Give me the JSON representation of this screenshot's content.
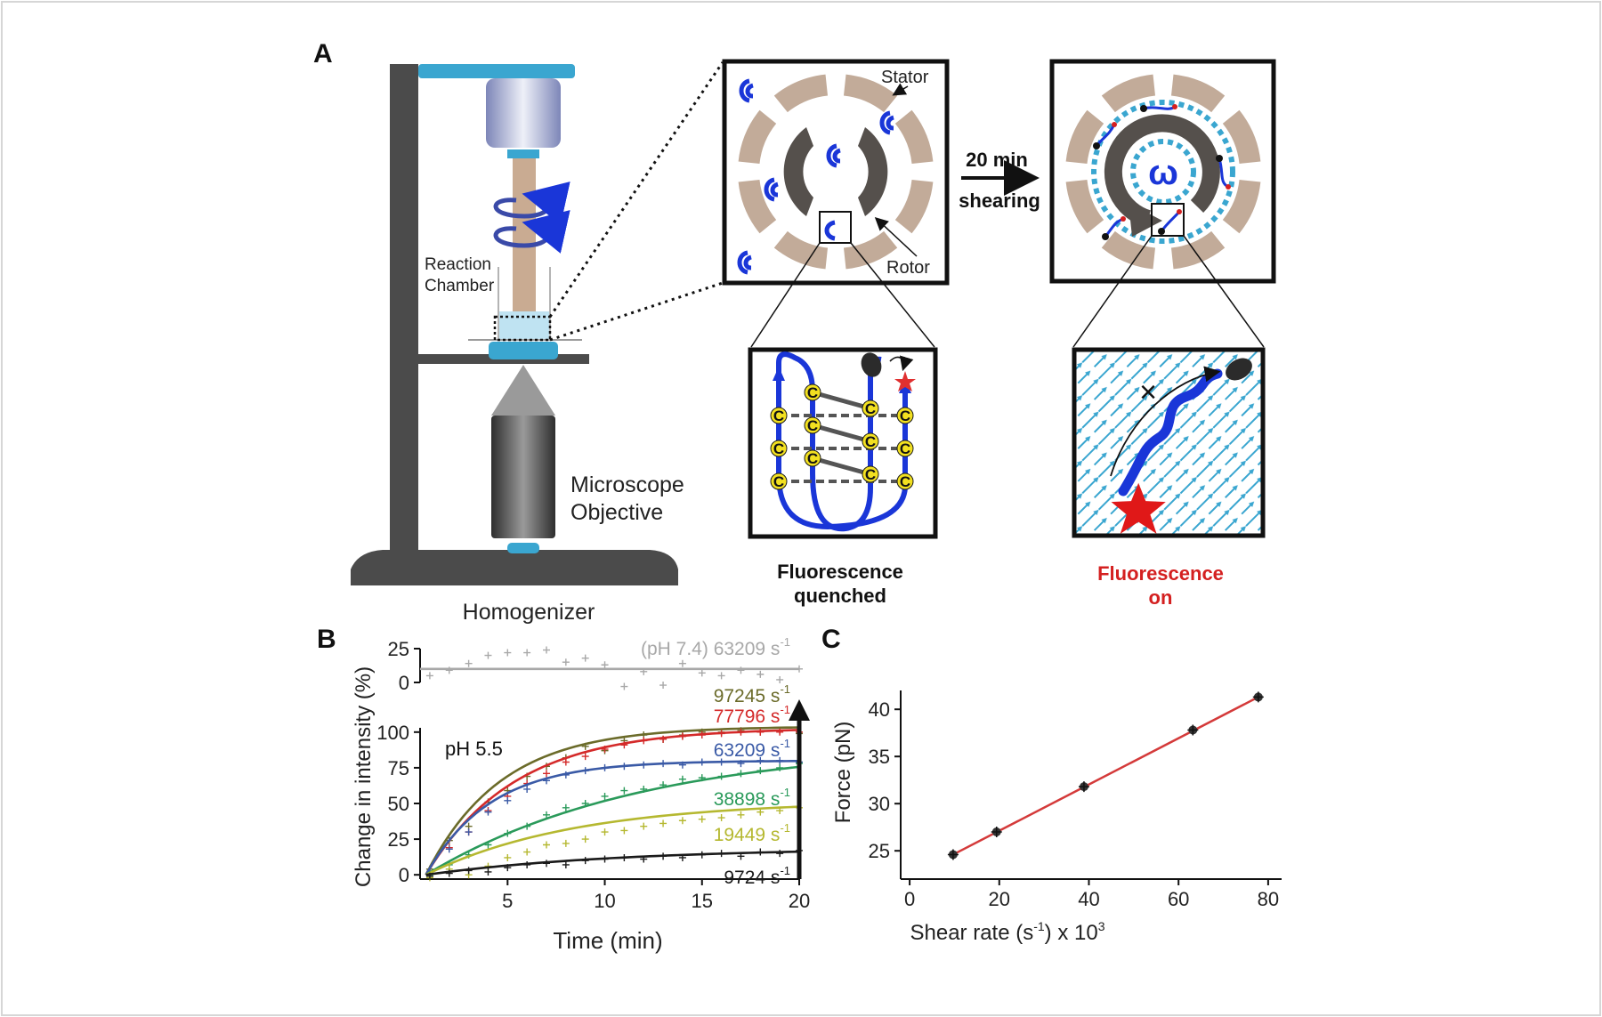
{
  "panel_a": {
    "label": "A",
    "homogenizer": {
      "label": "Homogenizer",
      "reaction_label_1": "Reaction",
      "reaction_label_2": "Chamber",
      "objective_label_1": "Microscope",
      "objective_label_2": "Objective"
    },
    "rotor_box": {
      "stator_label": "Stator",
      "rotor_label": "Rotor"
    },
    "process_top": "20 min",
    "process_bottom": "shearing",
    "omega_symbol": "ω",
    "inset_quenched": {
      "c_glyph": "C",
      "caption_line1": "Fluorescence",
      "caption_line2": "quenched"
    },
    "inset_on": {
      "caption_line1": "Fluorescence",
      "caption_line2": "on",
      "color": "#d42020"
    }
  },
  "panel_b": {
    "label": "B"
  },
  "panel_c": {
    "label": "C"
  },
  "chart_data": [
    {
      "panel": "B",
      "type": "line",
      "xlabel": "Time (min)",
      "ylabel": "Change in intensity (%)",
      "xlim": [
        0.5,
        20
      ],
      "ylim": [
        -3,
        103
      ],
      "ylim_top": [
        0,
        25
      ],
      "xticks": [
        5,
        10,
        15,
        20
      ],
      "yticks": [
        0,
        25,
        50,
        75,
        100
      ],
      "yticks_top": [
        0,
        25
      ],
      "annotation": "pH 5.5",
      "series": [
        {
          "name": "(pH 7.4) 63209 s-1",
          "label_main": "(pH 7.4) 63209 s",
          "label_sup": "-1",
          "color": "#a8a8a8",
          "axis": "top",
          "fit_values": [
            10,
            10
          ],
          "points": [
            [
              1,
              5
            ],
            [
              2,
              9
            ],
            [
              3,
              14
            ],
            [
              4,
              20
            ],
            [
              5,
              22
            ],
            [
              6,
              22
            ],
            [
              7,
              24
            ],
            [
              8,
              15
            ],
            [
              9,
              18
            ],
            [
              10,
              13
            ],
            [
              11,
              -3
            ],
            [
              12,
              8
            ],
            [
              13,
              -2
            ],
            [
              14,
              14
            ],
            [
              15,
              7
            ],
            [
              16,
              5
            ],
            [
              17,
              9
            ],
            [
              18,
              6
            ],
            [
              19,
              2
            ],
            [
              20,
              10
            ]
          ]
        },
        {
          "name": "97245 s-1",
          "label_main": "97245 s",
          "label_sup": "-1",
          "color": "#6b6b2a",
          "A": 104,
          "k": 0.26,
          "points": [
            [
              1,
              4
            ],
            [
              2,
              24
            ],
            [
              3,
              34
            ],
            [
              4,
              51
            ],
            [
              5,
              59
            ],
            [
              6,
              69
            ],
            [
              7,
              76
            ],
            [
              8,
              82
            ],
            [
              9,
              90
            ],
            [
              10,
              87
            ],
            [
              11,
              94
            ],
            [
              12,
              98
            ],
            [
              13,
              95
            ],
            [
              14,
              98
            ],
            [
              15,
              100
            ],
            [
              16,
              100
            ],
            [
              17,
              101
            ],
            [
              18,
              100
            ],
            [
              19,
              101
            ],
            [
              20,
              99
            ]
          ]
        },
        {
          "name": "77796 s-1",
          "label_main": "77796 s",
          "label_sup": "-1",
          "color": "#d42a2a",
          "A": 103,
          "k": 0.22,
          "points": [
            [
              1,
              2
            ],
            [
              2,
              19
            ],
            [
              3,
              30
            ],
            [
              4,
              45
            ],
            [
              5,
              55
            ],
            [
              6,
              64
            ],
            [
              7,
              71
            ],
            [
              8,
              79
            ],
            [
              9,
              83
            ],
            [
              10,
              88
            ],
            [
              11,
              91
            ],
            [
              12,
              94
            ],
            [
              13,
              95
            ],
            [
              14,
              97
            ],
            [
              15,
              98
            ],
            [
              16,
              99
            ],
            [
              17,
              100
            ],
            [
              18,
              100
            ],
            [
              19,
              100
            ],
            [
              20,
              100
            ]
          ]
        },
        {
          "name": "63209 s-1",
          "label_main": "63209 s",
          "label_sup": "-1",
          "color": "#3a5aa6",
          "A": 80,
          "k": 0.3,
          "points": [
            [
              1,
              1
            ],
            [
              2,
              18
            ],
            [
              3,
              30
            ],
            [
              4,
              44
            ],
            [
              5,
              52
            ],
            [
              6,
              60
            ],
            [
              7,
              66
            ],
            [
              8,
              70
            ],
            [
              9,
              73
            ],
            [
              10,
              75
            ],
            [
              11,
              76
            ],
            [
              12,
              77
            ],
            [
              13,
              78
            ],
            [
              14,
              77
            ],
            [
              15,
              79
            ],
            [
              16,
              79
            ],
            [
              17,
              78
            ],
            [
              18,
              80
            ],
            [
              19,
              80
            ],
            [
              20,
              79
            ]
          ]
        },
        {
          "name": "38898 s-1",
          "label_main": "38898 s",
          "label_sup": "-1",
          "color": "#2a9a5a",
          "A": 92,
          "k": 0.09,
          "points": [
            [
              1,
              0
            ],
            [
              2,
              7
            ],
            [
              3,
              14
            ],
            [
              4,
              21
            ],
            [
              5,
              29
            ],
            [
              6,
              34
            ],
            [
              7,
              42
            ],
            [
              8,
              47
            ],
            [
              9,
              50
            ],
            [
              10,
              55
            ],
            [
              11,
              59
            ],
            [
              12,
              60
            ],
            [
              13,
              63
            ],
            [
              14,
              67
            ],
            [
              15,
              68
            ],
            [
              16,
              69
            ],
            [
              17,
              71
            ],
            [
              18,
              73
            ],
            [
              19,
              75
            ],
            [
              20,
              78
            ]
          ]
        },
        {
          "name": "19449 s-1",
          "label_main": "19449 s",
          "label_sup": "-1",
          "color": "#b5b830",
          "A": 52,
          "k": 0.13,
          "points": [
            [
              1,
              -2
            ],
            [
              2,
              4
            ],
            [
              3,
              0
            ],
            [
              4,
              6
            ],
            [
              5,
              12
            ],
            [
              6,
              16
            ],
            [
              7,
              21
            ],
            [
              8,
              22
            ],
            [
              9,
              25
            ],
            [
              10,
              30
            ],
            [
              11,
              31
            ],
            [
              12,
              34
            ],
            [
              13,
              36
            ],
            [
              14,
              38
            ],
            [
              15,
              39
            ],
            [
              16,
              40
            ],
            [
              17,
              42
            ],
            [
              18,
              44
            ],
            [
              19,
              45
            ],
            [
              20,
              47
            ]
          ]
        },
        {
          "name": "9724 s-1",
          "label_main": "9724 s",
          "label_sup": "-1",
          "color": "#1a1a1a",
          "A": 19,
          "k": 0.1,
          "points": [
            [
              1,
              -1
            ],
            [
              2,
              1
            ],
            [
              3,
              3
            ],
            [
              4,
              2
            ],
            [
              5,
              5
            ],
            [
              6,
              7
            ],
            [
              7,
              8
            ],
            [
              8,
              7
            ],
            [
              9,
              10
            ],
            [
              10,
              11
            ],
            [
              11,
              12
            ],
            [
              12,
              11
            ],
            [
              13,
              13
            ],
            [
              14,
              12
            ],
            [
              15,
              14
            ],
            [
              16,
              15
            ],
            [
              17,
              13
            ],
            [
              18,
              16
            ],
            [
              19,
              15
            ],
            [
              20,
              17
            ]
          ]
        }
      ]
    },
    {
      "panel": "C",
      "type": "scatter",
      "xlabel": "Shear rate (s-1) x 103",
      "xlabel_parts": [
        "Shear rate (s",
        "-1",
        ") x 10",
        "3"
      ],
      "ylabel": "Force (pN)",
      "xlim": [
        -2,
        83
      ],
      "ylim": [
        22,
        42
      ],
      "xticks": [
        0,
        20,
        40,
        60,
        80
      ],
      "yticks": [
        25,
        30,
        35,
        40
      ],
      "line_color": "#d43a3a",
      "x": [
        9.7,
        19.4,
        38.9,
        63.2,
        77.8
      ],
      "y": [
        24.6,
        27.0,
        31.8,
        37.8,
        41.3
      ]
    }
  ]
}
